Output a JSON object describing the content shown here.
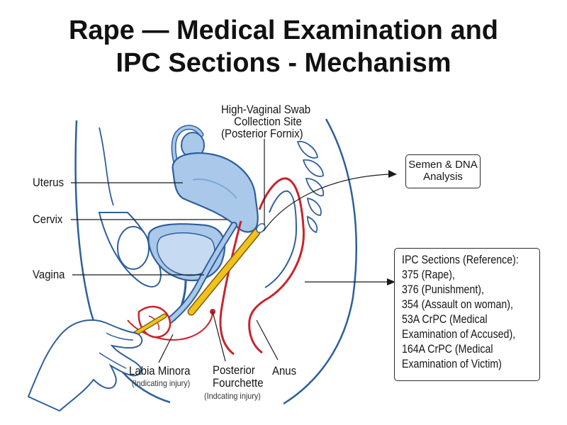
{
  "title": {
    "line1": "Rape — Medical Examination and",
    "line2": "IPC Sections - Mechanism"
  },
  "labels": {
    "uterus": "Uterus",
    "cervix": "Cervix",
    "vagina": "Vagina",
    "hvs_line1": "High-Vaginal Swab",
    "hvs_line2": "Collection Site",
    "hvs_line3": "(Posterior Fornix)",
    "labia_title": "Labia Minora",
    "labia_note": "(Indicating injury)",
    "fourchette_line1": "Posterior",
    "fourchette_line2": "Fourchette",
    "fourchette_note": "(Indcating injury)",
    "anus": "Anus"
  },
  "semen_box": {
    "line1": "Semen & DNA",
    "line2": "Analysis"
  },
  "ipc_box": {
    "heading": "IPC Sections (Reference):",
    "lines": [
      "375 (Rape),",
      "376 (Punishment),",
      "354 (Assault on woman),",
      "53A CrPC (Medical",
      "Examination of Accused),",
      "164A CrPC (Medical",
      "Examination of Victim)"
    ]
  },
  "colors": {
    "outline": "#2f5f9a",
    "organ_fill": "#a9c8ea",
    "tissue_red": "#c8242c",
    "swab_yellow": "#f2c21b"
  }
}
